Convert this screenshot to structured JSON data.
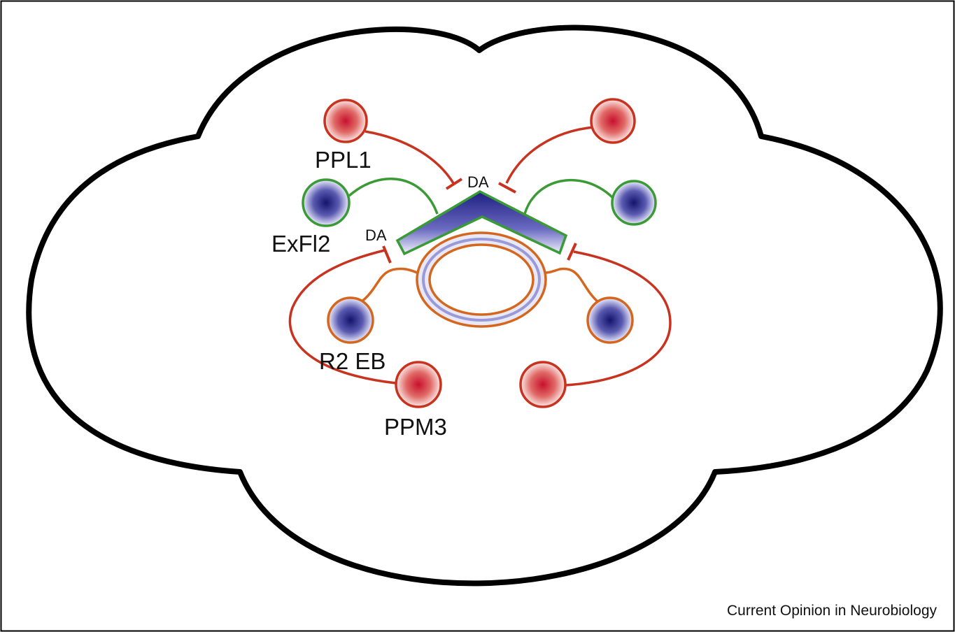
{
  "labels": {
    "ppl1": "PPL1",
    "exfl2": "ExFl2",
    "r2_eb": "R2 EB",
    "ppm3": "PPM3",
    "da_top": "DA",
    "da_left": "DA"
  },
  "credit": "Current Opinion in Neurobiology",
  "colors": {
    "outline": "#000000",
    "dopaminergic_red": "#c8331f",
    "exfl2_green": "#3a9a35",
    "eb_orange": "#d4661e",
    "blue_core": "#1a1a80",
    "red_core": "#c8102e"
  },
  "icons": {
    "brain_outline": "cloud-shaped-brain-outline",
    "neuron": "filled-circle-soma",
    "inhibitory_synapse": "t-bar-terminal"
  }
}
